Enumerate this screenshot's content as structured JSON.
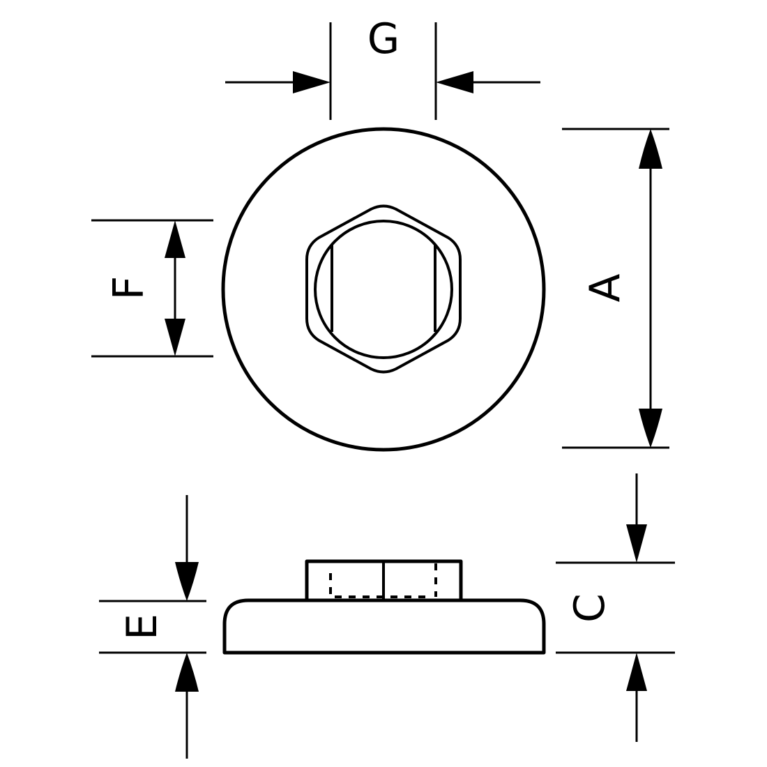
{
  "colors": {
    "part_fill": "#e0f2f2",
    "stroke": "#000000",
    "background": "#ffffff"
  },
  "labels": {
    "a": "A",
    "c": "C",
    "e": "E",
    "f": "F",
    "g": "G"
  }
}
